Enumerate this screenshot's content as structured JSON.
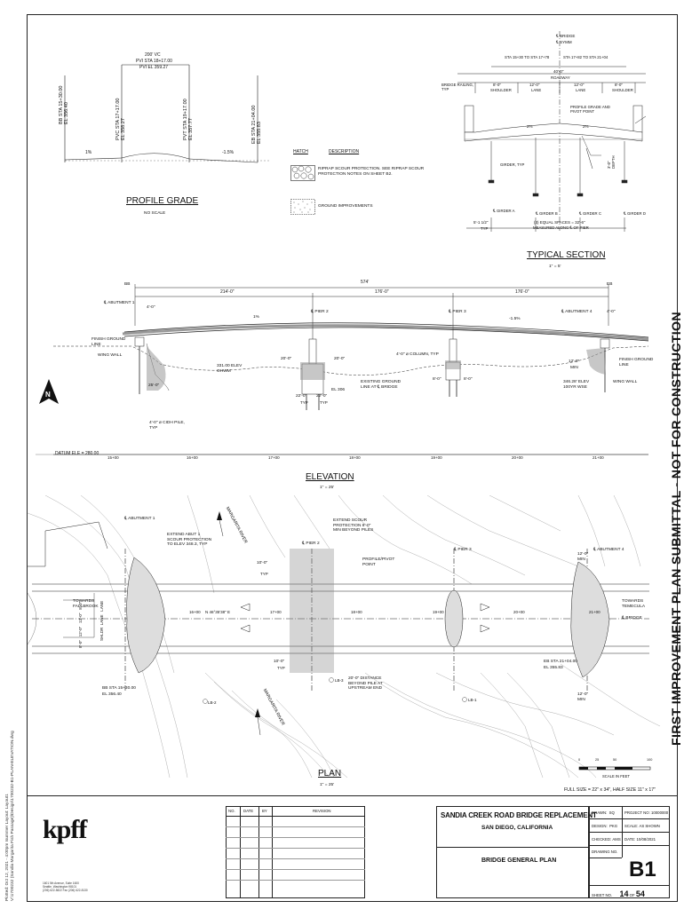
{
  "side_banner": "FIRST IMPROVEMENT PLAN SUBMITTAL - NOT FOR CONSTRUCTION",
  "plot_stamp": {
    "line1": "Plotted: Oct 12, 2021 - 4:00pm    Isummer  Layout: Layout1",
    "line2": "V:\\1700232 (Sandia Margarita Fish Passage)\\Design\\1700232-B1-PLAN-ELEVATION.dwg"
  },
  "profile_grade": {
    "title": "PROFILE GRADE",
    "subtitle": "NO SCALE",
    "vc_label": "200' VC",
    "pvi_label": "PVI STA 18+17.00",
    "pvi_el": "PVI EL 359.27",
    "stations": [
      {
        "label": "BB STA 15+30.00",
        "el": "EL 356.40"
      },
      {
        "label": "PVC STA 17+17.00",
        "el": "EL 358.27"
      },
      {
        "label": "PVT STA 19+17.00",
        "el": "EL 357.77"
      },
      {
        "label": "EB STA 21+04.00",
        "el": "EL 355.83"
      }
    ],
    "grade_left": "1%",
    "grade_right": "-1.5%"
  },
  "legend": {
    "hatch_header": "HATCH",
    "desc_header": "DESCRIPTION",
    "items": [
      {
        "text_line1": "RIPRAP SCOUR PROTECTION. SEE RIPRAP SCOUR",
        "text_line2": "PROTECTION NOTES ON SHEET B2."
      },
      {
        "text_line1": "GROUND IMPROVEMENTS",
        "text_line2": ""
      }
    ]
  },
  "typical_section": {
    "title": "TYPICAL SECTION",
    "scale": "1\" = 5'",
    "bridge_cl": "℄ BRIDGE",
    "symm": "℄ SYMM",
    "sta_left": "STA 15+30 TO STA 17+78",
    "sta_right": "STA 17+82 TO STA 21+04",
    "roadway_dim": "40'-0\"",
    "roadway": "ROADWAY",
    "shoulder_dim": "8'-0\"",
    "lane_dim": "12'-0\"",
    "shoulder": "SHOULDER",
    "lane": "LANE",
    "bridge_railing": "BRIDGE RAILING, TYP",
    "profile_pivot": "PROFILE GRADE AND PIVOT POINT",
    "slope": "2%",
    "girder_typ": "GIRDER, TYP",
    "girders": [
      "℄ GIRDER A",
      "℄ GIRDER B",
      "℄ GIRDER C",
      "℄ GIRDER D"
    ],
    "left_dim": "5'-1 1/2\"",
    "typ": "TYP",
    "spaces": "(3) EQUAL SPACES = 32'-6\"",
    "measured": "MEASURED ALONG ℄ OF PIER",
    "depth_dim": "3'-0\"",
    "depth_label": "DEPTH"
  },
  "elevation": {
    "title": "ELEVATION",
    "scale": "1\" = 25'",
    "bb": "BB",
    "eb": "EB",
    "total": "574'",
    "spans": [
      "214'-0\"",
      "176'-0\"",
      "176'-0\""
    ],
    "abut1": "℄ ABUTMENT 1",
    "abut4": "℄ ABUTMENT 4",
    "pier2": "℄ PIER 2",
    "pier3": "℄ PIER 3",
    "dim_4ft": "4'-0\"",
    "grade_1": "1%",
    "grade_2": "-1.5%",
    "finish_ground": "FINISH GROUND LINE",
    "wing_wall": "WING WALL",
    "ohwm": "331.00 ELEV OHWM",
    "dim_20ft": "20'-0\"",
    "dim_25ft": "25'-0\"",
    "dim_8ft": "8'-0\"",
    "dim_22ft": "22'-0\"",
    "dim_12ft": "12'-0\"",
    "min": "MIN",
    "column": "4'-0\" ⌀ COLUMN, TYP",
    "existing_ground": "EXISTING GROUND LINE AT ℄ BRIDGE",
    "el_306": "EL 306",
    "wse": "346.28' ELEV 100YR WSE",
    "cidh": "4'-0\" ⌀ CIDH PILE, TYP",
    "datum": "DATUM ELE = 280.00",
    "stations": [
      "15+00",
      "16+00",
      "17+00",
      "18+00",
      "19+00",
      "20+00",
      "21+00"
    ]
  },
  "plan": {
    "title": "PLAN",
    "scale": "1\" = 25'",
    "abut1": "℄ ABUTMENT 1",
    "abut4": "℄ ABUTMENT 4",
    "pier2": "℄ PIER 2",
    "pier3": "℄ PIER 3",
    "extend_abut": "EXTEND ABUT 1 SCOUR PROTECTION TO ELEV 348.3, TYP",
    "extend_scour": "EXTEND SCOUR PROTECTION 8'-0\" MIN BEYOND PILES",
    "profile_pivot": "PROFILE/PIVOT POINT",
    "river1": "MARGARITA RIVER",
    "river2": "MARGARITA RIVER",
    "towards_fallbrook": "TOWARDS FALLBROOK",
    "towards_temecula": "TOWARDS TEMECULA",
    "bearing": "N 46°35'38\" E",
    "bridge_cl": "℄ BRIDGE",
    "bb_sta": "BB STA 15+30.00",
    "bb_el": "EL 356.40",
    "eb_sta": "EB STA 21+04.00",
    "eb_el": "EL 355.83",
    "dim_10ft": "10'-0\"",
    "typ": "TYP",
    "dim_20ft_dist": "20'-0\" DISTANCE BEYOND PILE AT UPSTREAM END",
    "dim_12min": "12'-0\" MIN",
    "lane_12": "12'-0\"",
    "lane_8": "8'-0\"",
    "lane_label": "LANE",
    "shoulder_label": "SHLDR",
    "scale_bar_label": "SCALE IN FEET",
    "scale_ticks": [
      "0",
      "25",
      "50",
      "100"
    ],
    "stations": [
      "16+00",
      "17+00",
      "18+00",
      "19+00",
      "20+00",
      "21+00"
    ],
    "borings": [
      "LB-2",
      "LB-3",
      "LB-1"
    ]
  },
  "full_size": "FULL SIZE = 22\" x 34\", HALF SIZE 11\" x 17\"",
  "title_block": {
    "firm": "kpff",
    "firm_address": "1601 5th Avenue, Suite 1600\nSeattle, Washington 98101\n(206) 622-5822  Fax (206) 622-8130",
    "revision_headers": [
      "NO.",
      "DATE",
      "BY",
      "REVISION"
    ],
    "project_title": "SANDIA CREEK ROAD BRIDGE REPLACEMENT",
    "project_location": "SAN DIEGO, CALIFORNIA",
    "sheet_title": "BRIDGE GENERAL PLAN",
    "drawn": "DRAWN:",
    "drawn_val": "SQ",
    "design": "DESIGN:",
    "design_val": "PKG",
    "checked": "CHECKED:",
    "checked_val": "AMS",
    "drawing_no": "DRAWING NO.",
    "project_no": "PROJECT NO:",
    "project_no_val": "10000000",
    "scale": "SCALE:",
    "scale_val": "AS SHOWN",
    "date": "DATE:",
    "date_val": "10/08/2021",
    "drawing_val": "B1",
    "sheet_no": "SHEET NO.",
    "sheet_val": "14",
    "of": "OF",
    "sheet_total": "54"
  }
}
